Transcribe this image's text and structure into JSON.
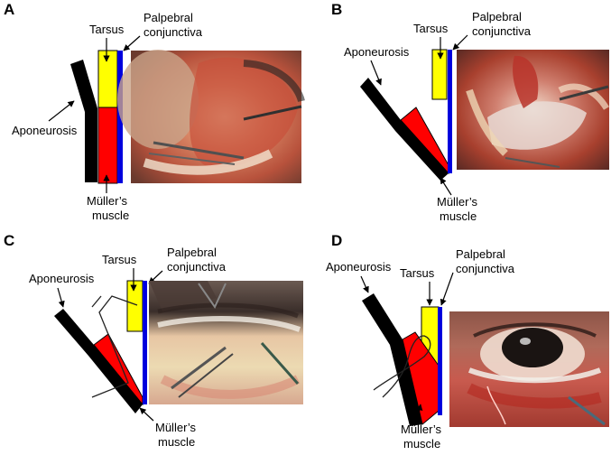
{
  "figure": {
    "panels": [
      {
        "letter": "A",
        "labels": {
          "tarsus": "Tarsus",
          "conj_line1": "Palpebral",
          "conj_line2": "conjunctiva",
          "aponeurosis": "Aponeurosis",
          "muller_line1": "Müller’s",
          "muller_line2": "muscle"
        }
      },
      {
        "letter": "B",
        "labels": {
          "tarsus": "Tarsus",
          "conj_line1": "Palpebral",
          "conj_line2": "conjunctiva",
          "aponeurosis": "Aponeurosis",
          "muller_line1": "Müller’s",
          "muller_line2": "muscle"
        }
      },
      {
        "letter": "C",
        "labels": {
          "tarsus": "Tarsus",
          "conj_line1": "Palpebral",
          "conj_line2": "conjunctiva",
          "aponeurosis": "Aponeurosis",
          "muller_line1": "Müller’s",
          "muller_line2": "muscle"
        }
      },
      {
        "letter": "D",
        "labels": {
          "tarsus": "Tarsus",
          "conj_line1": "Palpebral",
          "conj_line2": "conjunctiva",
          "aponeurosis": "Aponeurosis",
          "muller_line1": "Müller’s",
          "muller_line2": "muscle"
        }
      }
    ],
    "colors": {
      "tarsus": "#ffff00",
      "muller": "#ff0000",
      "conjunctiva": "#0000dd",
      "aponeurosis": "#000000"
    }
  }
}
